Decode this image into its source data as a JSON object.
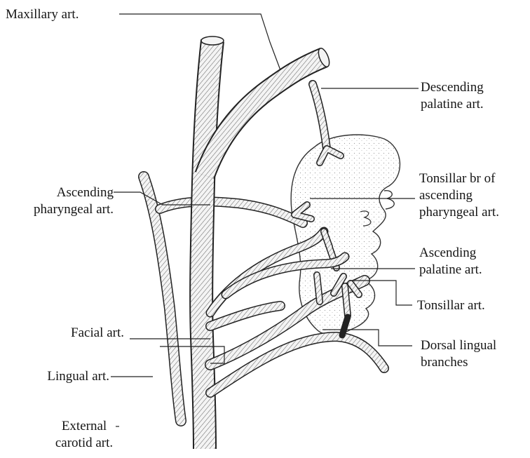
{
  "labels": {
    "maxillary": "Maxillary art.",
    "descending_1": "Descending",
    "descending_2": "palatine art.",
    "tonsillar_br_1": "Tonsillar br of",
    "tonsillar_br_2": "ascending",
    "tonsillar_br_3": "pharyngeal art.",
    "asc_pharyngeal_1": "Ascending",
    "asc_pharyngeal_2": "pharyngeal art.",
    "asc_palatine_1": "Ascending",
    "asc_palatine_2": "palatine art.",
    "tonsillar": "Tonsillar art.",
    "facial": "Facial art.",
    "dorsal_1": "Dorsal lingual",
    "dorsal_2": "branches",
    "lingual": "Lingual art.",
    "ext_carotid_1": "External",
    "ext_carotid_2": "carotid art."
  }
}
